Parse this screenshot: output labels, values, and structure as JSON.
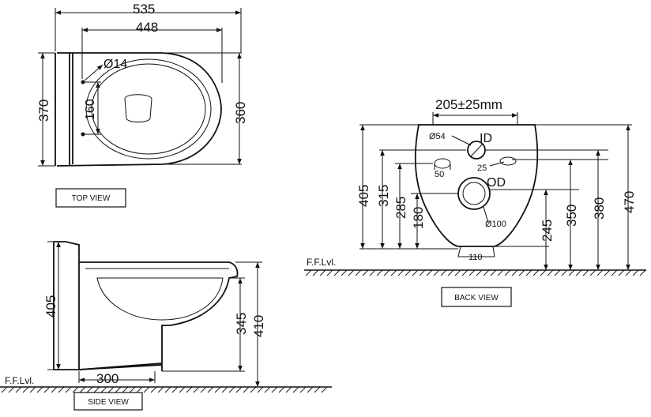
{
  "top_view": {
    "label": "TOP VIEW",
    "dims": {
      "total_length": "535",
      "bowl_length": "448",
      "height_left": "370",
      "height_right": "360",
      "hole_spacing": "160",
      "hole_dia": "Ø14"
    }
  },
  "side_view": {
    "label": "SIDE VIEW",
    "floor_label": "F.F.Lvl.",
    "dims": {
      "height_left": "405",
      "height_345": "345",
      "height_410": "410",
      "depth": "300"
    }
  },
  "back_view": {
    "label": "BACK VIEW",
    "floor_label": "F.F.Lvl.",
    "dims": {
      "width": "205±25mm",
      "d54": "Ø54",
      "id": "ID",
      "od": "OD",
      "d100": "Ø100",
      "d25": "25",
      "d50": "50",
      "d110": "110",
      "h405": "405",
      "h315": "315",
      "h285": "285",
      "h180": "180",
      "h245": "245",
      "h350": "350",
      "h380": "380",
      "h470": "470"
    }
  }
}
